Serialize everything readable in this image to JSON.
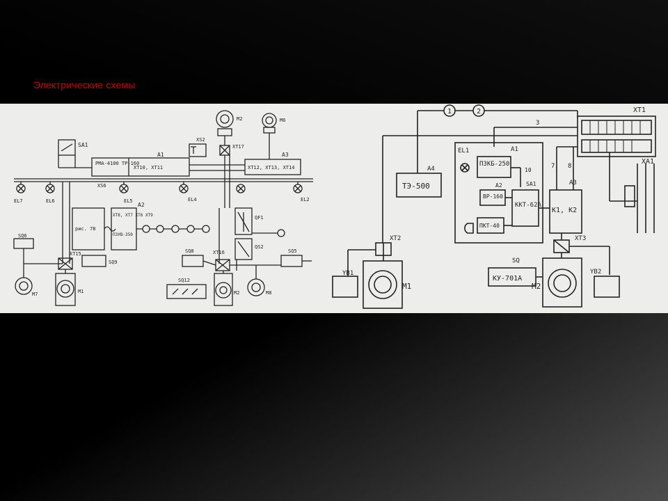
{
  "slide": {
    "title": "Электрические схемы"
  },
  "left_schematic": {
    "blocks": {
      "a1": "РМА-4100 ТР-160",
      "a1_xt": "XT10, XT11",
      "a3": "XT12, XT13, XT14",
      "a2_xt": "XT8, XT7 XT6 XT9",
      "a2_dev": "П3УВ-350",
      "rel": "рис. 78"
    },
    "labels": {
      "sa1": "SA1",
      "a1": "A1",
      "a3": "A3",
      "a2": "A2",
      "xs2": "XS2",
      "xt17": "XT17",
      "xt15": "XT15",
      "xt16": "XT16",
      "qf1": "QF1",
      "qs2": "QS2",
      "sq6": "SQ6",
      "sq9": "SQ9",
      "sq8": "SQ8",
      "sq5": "SQ5",
      "sq12": "SQ12",
      "m1": "M1",
      "m2": "M2",
      "m7": "M7",
      "m8": "M8",
      "m6": "M6",
      "el7": "EL7",
      "el6": "EL6",
      "el5": "EL5",
      "el4": "EL4",
      "el2": "EL2",
      "xs6": "XS6"
    }
  },
  "right_schematic": {
    "blocks": {
      "a4": "ТЭ-500",
      "a1": "ПЗКБ-250",
      "a2": "ВР-160",
      "pkt": "ПКТ-40",
      "sa1": "ККТ-62А",
      "a3": "К1, К2",
      "sq": "КУ-701А"
    },
    "labels": {
      "xt1": "XT1",
      "xa1": "XA1",
      "el1": "EL1",
      "a1": "A1",
      "a2": "A2",
      "a3": "A3",
      "a4": "A4",
      "sa1": "SA1",
      "xt2": "XT2",
      "xt3": "XT3",
      "yb1": "YB1",
      "yb2": "YB2",
      "m1": "M1",
      "m2": "M2",
      "sq": "SQ",
      "n1": "1",
      "n2": "2",
      "n3": "3",
      "n7": "7",
      "n8": "8",
      "n10": "10"
    }
  }
}
